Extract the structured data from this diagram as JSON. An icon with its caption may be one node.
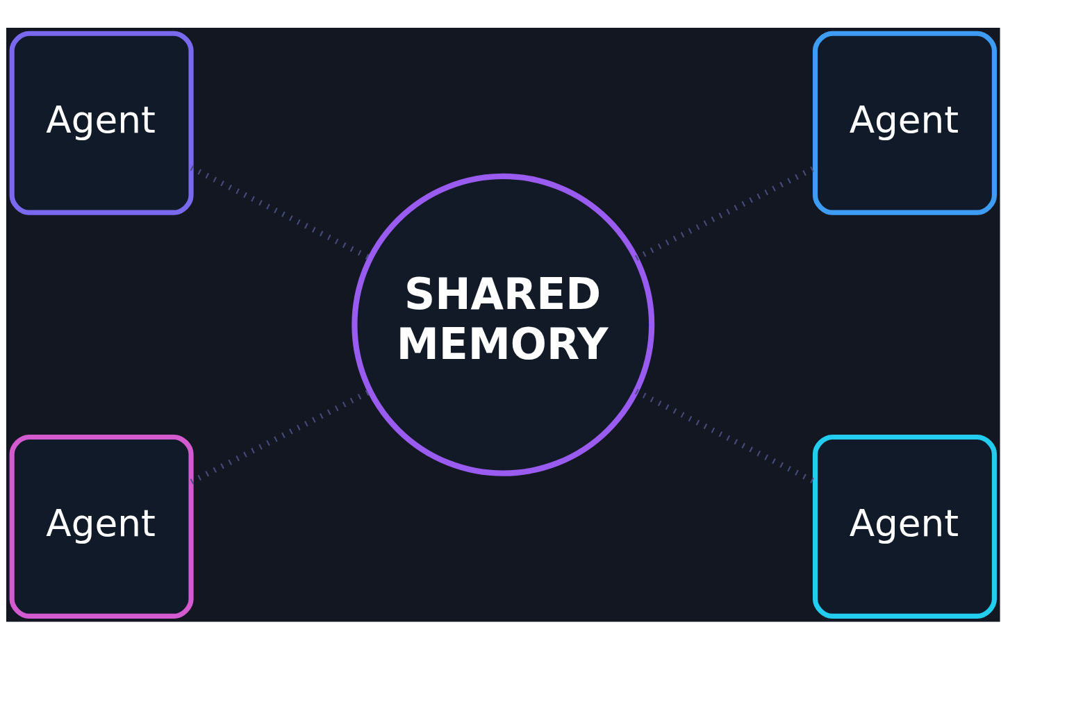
{
  "diagram": {
    "nodes": [
      {
        "text": [
          "Agent"
        ]
      },
      {
        "text": [
          "Agent"
        ]
      },
      {
        "text": [
          "SHARED MEMORY"
        ]
      },
      {
        "text": [
          "Agent"
        ]
      },
      {
        "text": [
          "Agent"
        ]
      }
    ],
    "edges": [
      {
        "from": 0,
        "to": 2,
        "arrow": "none",
        "style": "dashed"
      },
      {
        "from": 2,
        "to": 1,
        "arrow": "none",
        "style": "dashed"
      },
      {
        "from": 3,
        "to": 2,
        "arrow": "none",
        "style": "dashed"
      },
      {
        "from": 2,
        "to": 4,
        "arrow": "none",
        "style": "dashed"
      }
    ]
  }
}
